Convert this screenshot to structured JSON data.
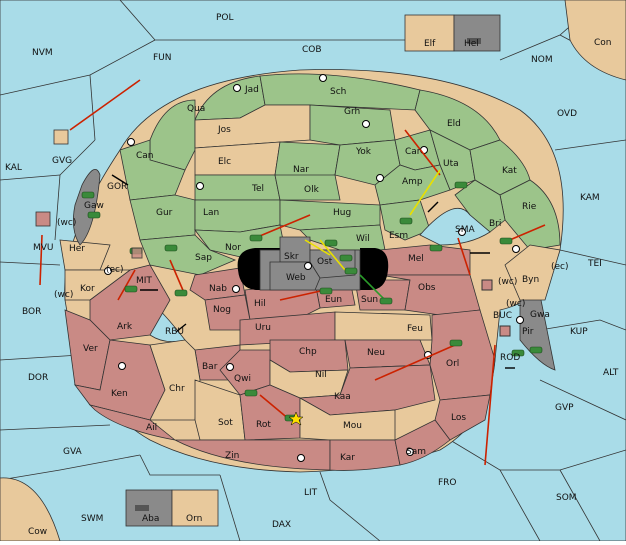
{
  "colors": {
    "sea": "#a9dce8",
    "neutral": "#e8c99c",
    "green_power": "#9cc48a",
    "red_power": "#c98a85",
    "grey_power": "#8a8a8a",
    "order_arrow": "#cc2200",
    "support_arrow": "#e8e000"
  },
  "regions": {
    "sea": {
      "pol": "POL",
      "nvm": "NVM",
      "fun": "FUN",
      "cob": "COB",
      "nom": "NOM",
      "con": "Con",
      "ovd": "OVD",
      "kal": "KAL",
      "kam": "KAM",
      "tei": "TEI",
      "bor": "BOR",
      "kup": "KUP",
      "alt": "ALT",
      "dor": "DOR",
      "gvp": "GVP",
      "gva": "GVA",
      "fro": "FRO",
      "som": "SOM",
      "swm": "SWM",
      "lit": "LIT",
      "dax": "DAX",
      "cow": "Cow",
      "gor": "GOR",
      "mit": "MIT",
      "rbu": "RBU",
      "sma": "SMA",
      "buc": "BUC",
      "rod": "ROD"
    },
    "green": {
      "jad": "Jad",
      "sch": "Sch",
      "qua": "Qua",
      "jos": "Jos",
      "grh": "Grh",
      "eld": "Eld",
      "can": "Can",
      "elc": "Elc",
      "nar": "Nar",
      "yok": "Yok",
      "car": "Car",
      "uta": "Uta",
      "kat": "Kat",
      "tel": "Tel",
      "olk": "Olk",
      "amp": "Amp",
      "gur": "Gur",
      "lan": "Lan",
      "hug": "Hug",
      "rie": "Rie",
      "bri": "Bri",
      "esm": "Esm",
      "nor": "Nor",
      "wil": "Wil",
      "sap": "Sap",
      "skr": "Skr",
      "ost": "Ost"
    },
    "red": {
      "web": "Web",
      "mel": "Mel",
      "nab": "Nab",
      "eun": "Eun",
      "sun": "Sun",
      "obs": "Obs",
      "hil": "Hil",
      "nog": "Nog",
      "ark": "Ark",
      "uru": "Uru",
      "feu": "Feu",
      "chp": "Chp",
      "neu": "Neu",
      "orl": "Orl",
      "ver": "Ver",
      "bar": "Bar",
      "qwi": "Qwi",
      "nil": "Nil",
      "ken": "Ken",
      "chr": "Chr",
      "kaa": "Kaa",
      "los": "Los",
      "ail": "Ail",
      "sot": "Sot",
      "rot": "Rot",
      "mou": "Mou",
      "zin": "Zin",
      "kar": "Kar",
      "sam": "Sam",
      "her": "Her",
      "kor": "Kor"
    },
    "grey": {
      "gaw": "Gaw",
      "pir": "Pir",
      "gwa": "Gwa"
    },
    "neutral": {
      "byn": "Byn"
    },
    "inset_top": {
      "elf": "Elf",
      "hel": "Hel"
    },
    "inset_bottom": {
      "aba": "Aba",
      "orn": "Orn"
    },
    "dummy": {
      "gvg": "GVG",
      "mvu": "MVU"
    }
  },
  "coast_labels": {
    "wc_mvu": "(wc)",
    "ec_kor": "(ec)",
    "wc_kor": "(wc)",
    "ec_byn": "(ec)",
    "wc_byn": "(wc)",
    "wc_gwa": "(wc)"
  },
  "icons": {
    "army": "tank-icon",
    "fleet": "ship-icon",
    "supply": "supply-center-icon",
    "dislodged": "star-icon"
  }
}
